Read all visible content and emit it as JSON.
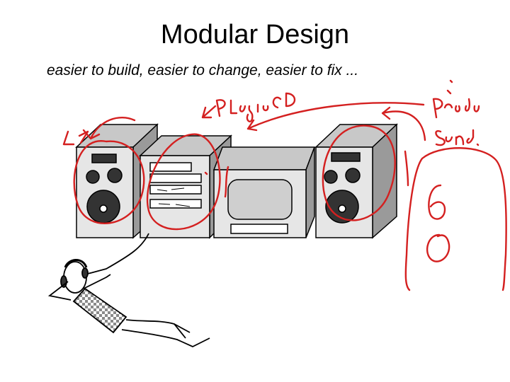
{
  "slide": {
    "title": "Modular Design",
    "subtitle": "easier to build, easier to change, easier to fix ..."
  },
  "colors": {
    "ink": "#d42020",
    "unit_front": "#e6e6e6",
    "unit_side": "#9a9a9a",
    "unit_top": "#c8c8c8",
    "shirt_pattern": "#8a8a8a"
  },
  "icons": [
    "speaker-left-icon",
    "cd-player-icon",
    "amplifier-icon",
    "speaker-right-icon",
    "reclining-person-icon"
  ],
  "annotations": [
    "Plug in CD",
    "Produ Sound",
    "6 0"
  ]
}
